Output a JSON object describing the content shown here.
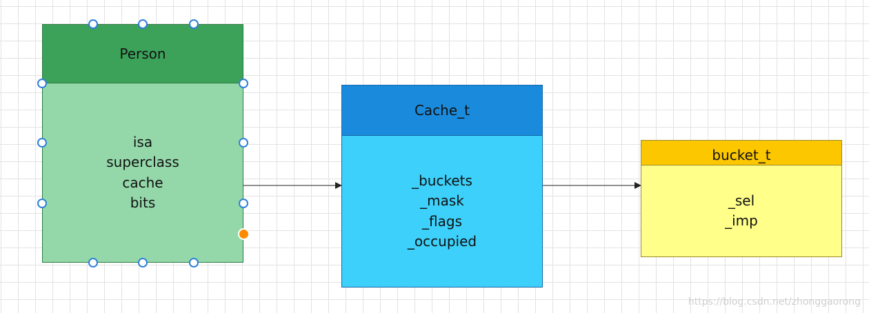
{
  "diagram": {
    "boxes": [
      {
        "id": "person",
        "title": "Person",
        "fields": [
          "isa",
          "superclass",
          "cache",
          "bits"
        ]
      },
      {
        "id": "cache",
        "title": "Cache_t",
        "fields": [
          "_buckets",
          "_mask",
          "_flags",
          "_occupied"
        ]
      },
      {
        "id": "bucket",
        "title": "bucket_t",
        "fields": [
          "_sel",
          "_imp"
        ]
      }
    ],
    "edges": [
      {
        "from": "person",
        "to": "cache"
      },
      {
        "from": "cache",
        "to": "bucket"
      }
    ],
    "colors": {
      "person_header": "#3ca25a",
      "person_body": "#94d8aa",
      "cache_header": "#1a8bdc",
      "cache_body": "#3cd0fa",
      "bucket_header": "#fdc700",
      "bucket_body": "#ffff8a",
      "selection_handle": "#2f7fd8",
      "active_handle": "#ff8a00"
    }
  },
  "watermark": "https://blog.csdn.net/zhonggaorong"
}
